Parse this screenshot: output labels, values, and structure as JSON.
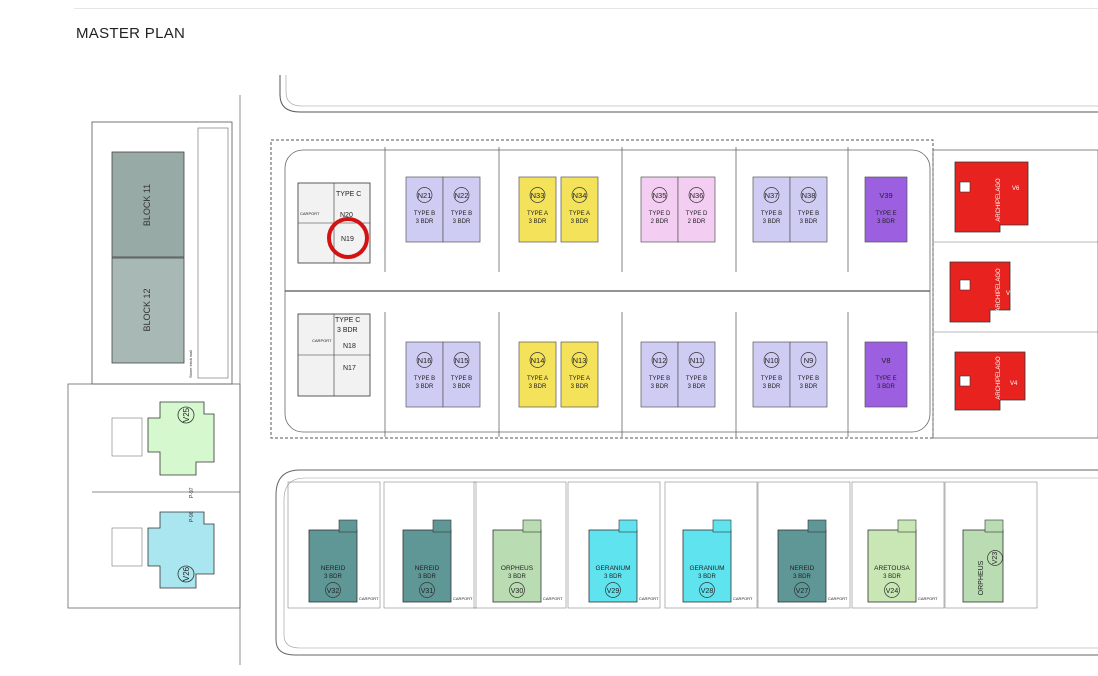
{
  "page": {
    "title": "MASTER PLAN"
  },
  "colors": {
    "type_a": "#f3e25a",
    "type_b": "#cfccf3",
    "type_d": "#f4cdf2",
    "type_e": "#9b5fe0",
    "villa_red": "#e8231f",
    "nereid": "#5f9696",
    "orpheus": "#b9dcb3",
    "geranium": "#5fe3ee",
    "aretousa": "#c9e7b4",
    "v25": "#d6f8cf",
    "v26": "#a9e6ef",
    "block": "#98aaa6",
    "highlight": "#d21313"
  },
  "blocks": [
    {
      "name": "BLOCK 11"
    },
    {
      "name": "BLOCK 12"
    }
  ],
  "top_units": [
    {
      "id": "N21",
      "type": "TYPE B",
      "bdr": "3 BDR"
    },
    {
      "id": "N22",
      "type": "TYPE B",
      "bdr": "3 BDR"
    },
    {
      "id": "N33",
      "type": "TYPE A",
      "bdr": "3 BDR"
    },
    {
      "id": "N34",
      "type": "TYPE A",
      "bdr": "3 BDR"
    },
    {
      "id": "N35",
      "type": "TYPE D",
      "bdr": "2 BDR"
    },
    {
      "id": "N36",
      "type": "TYPE D",
      "bdr": "2 BDR"
    },
    {
      "id": "N37",
      "type": "TYPE B",
      "bdr": "3 BDR"
    },
    {
      "id": "N38",
      "type": "TYPE B",
      "bdr": "3 BDR"
    },
    {
      "id": "V39",
      "type": "TYPE E",
      "bdr": "3 BDR"
    }
  ],
  "bottom_units": [
    {
      "id": "N16",
      "type": "TYPE B",
      "bdr": "3 BDR"
    },
    {
      "id": "N15",
      "type": "TYPE B",
      "bdr": "3 BDR"
    },
    {
      "id": "N14",
      "type": "TYPE A",
      "bdr": "3 BDR"
    },
    {
      "id": "N13",
      "type": "TYPE A",
      "bdr": "3 BDR"
    },
    {
      "id": "N12",
      "type": "TYPE B",
      "bdr": "3 BDR"
    },
    {
      "id": "N11",
      "type": "TYPE B",
      "bdr": "3 BDR"
    },
    {
      "id": "N10",
      "type": "TYPE B",
      "bdr": "3 BDR"
    },
    {
      "id": "N9",
      "type": "TYPE B",
      "bdr": "3 BDR"
    },
    {
      "id": "V8",
      "type": "TYPE E",
      "bdr": "3 BDR"
    }
  ],
  "left_units": {
    "upper": {
      "type": "TYPE C",
      "ids": [
        "N20",
        "N19"
      ],
      "label": "CARPORT"
    },
    "lower": {
      "type": "TYPE C",
      "bdr": "3 BDR",
      "ids": [
        "N18",
        "N17"
      ],
      "label": "CARPORT"
    }
  },
  "south_villas": [
    {
      "name": "NEREID",
      "bdr": "3 BDR",
      "id": "V32"
    },
    {
      "name": "NEREID",
      "bdr": "3 BDR",
      "id": "V31"
    },
    {
      "name": "ORPHEUS",
      "bdr": "3 BDR",
      "id": "V30"
    },
    {
      "name": "GERANIUM",
      "bdr": "3 BDR",
      "id": "V29"
    },
    {
      "name": "GERANIUM",
      "bdr": "3 BDR",
      "id": "V28"
    },
    {
      "name": "NEREID",
      "bdr": "3 BDR",
      "id": "V27"
    },
    {
      "name": "ARETOUSA",
      "bdr": "3 BDR",
      "id": "V24"
    },
    {
      "name": "ORPHEUS",
      "id": "V23"
    }
  ],
  "west_villas": [
    {
      "id": "V25"
    },
    {
      "id": "V26"
    }
  ],
  "east_villas": [
    {
      "name": "ARCHIPELAGO",
      "id": "V6"
    },
    {
      "name": "ARCHIPELAGO",
      "id": "V5"
    },
    {
      "name": "ARCHIPELAGO",
      "id": "V4"
    }
  ],
  "small_labels": {
    "carport": "CARPORT",
    "stone_wall": "Stone brick wall",
    "path_a": "P-97",
    "path_b": "P-96"
  },
  "selected_unit": "N19"
}
